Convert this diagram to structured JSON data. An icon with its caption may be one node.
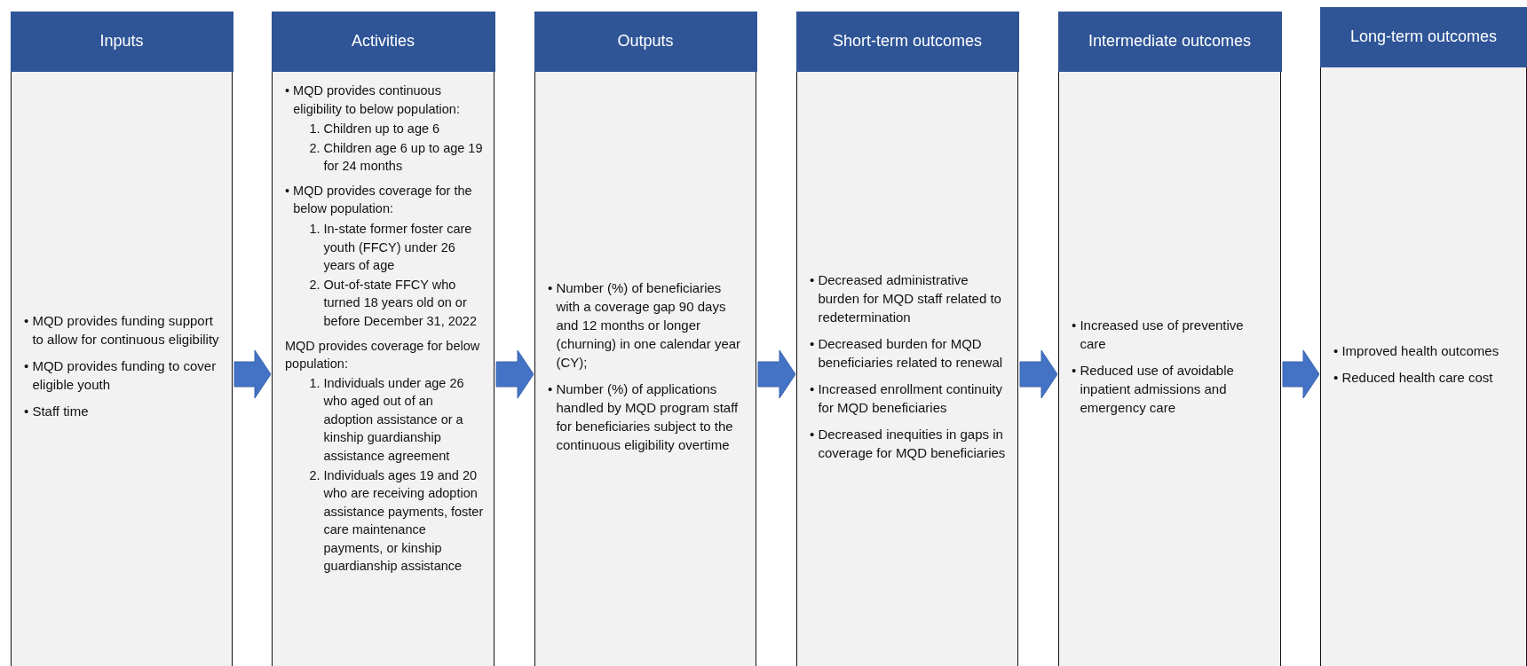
{
  "diagram": {
    "nodes": [
      {
        "text": [
          "Inputs",
          "• MQD provides funding support to allow for continuous eligibility",
          "• MQD provides funding to cover eligible youth",
          "• Staff time"
        ]
      },
      {
        "text": [
          "Activities",
          "• MQD provides continuous eligibility to below population:",
          "1. Children up to age 6",
          "2. Children age 6 up to age 19 for 24 months",
          "• MQD provides coverage for the below population:",
          "1. In-state former foster care youth (FFCY) under 26 years of age",
          "2. Out-of-state FFCY who turned 18 years old on or before December 31, 2022",
          "MQD provides coverage for below population:",
          "1. Individuals under age 26 who aged out of an adoption assistance or a kinship guardianship assistance agreement",
          "2. Individuals ages 19 and 20 who are receiving adoption assistance payments, foster care maintenance payments, or kinship guardianship assistance"
        ]
      },
      {
        "text": [
          "Outputs",
          "• Number (%) of beneficiaries with a coverage gap 90 days and 12 months or longer (churning) in one calendar year (CY);",
          "• Number (%) of applications handled by MQD program staff for beneficiaries subject to the continuous eligibility overtime"
        ]
      },
      {
        "text": [
          "Short-term outcomes",
          "• Decreased administrative burden for MQD staff related to redetermination",
          "• Decreased burden for MQD beneficiaries related to renewal",
          "• Increased enrollment continuity for MQD beneficiaries",
          "• Decreased inequities in gaps in coverage for MQD beneficiaries"
        ]
      },
      {
        "text": [
          "Intermediate outcomes",
          "• Increased use of preventive care",
          "• Reduced use of avoidable inpatient admissions and emergency care"
        ]
      },
      {
        "text": [
          "Long-term outcomes",
          "• Improved health outcomes",
          "• Reduced health care cost"
        ]
      }
    ],
    "edges": [
      {
        "from": 0,
        "to": 1,
        "arrow": "to"
      },
      {
        "from": 1,
        "to": 2,
        "arrow": "to"
      },
      {
        "from": 2,
        "to": 3,
        "arrow": "to"
      },
      {
        "from": 3,
        "to": 4,
        "arrow": "to"
      },
      {
        "from": 4,
        "to": 5,
        "arrow": "to"
      }
    ]
  }
}
